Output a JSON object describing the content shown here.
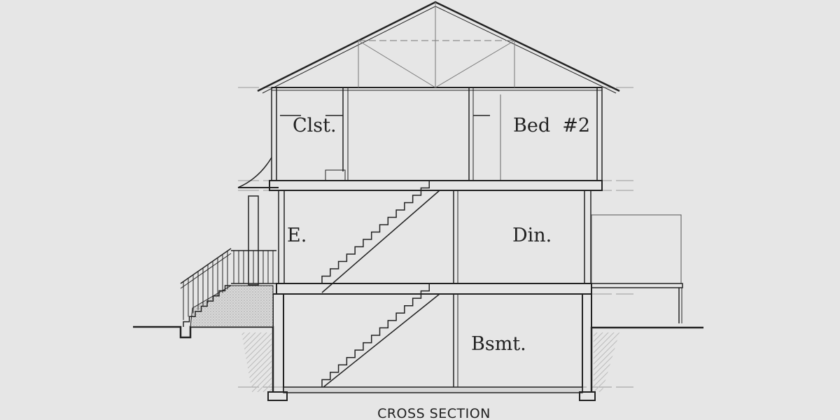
{
  "rooms": {
    "closet": "Clst.",
    "bedroom": "Bed  #2",
    "entry": "E.",
    "dining": "Din.",
    "basement": "Bsmt."
  },
  "caption": "CROSS SECTION",
  "colors": {
    "background": "#e6e6e6",
    "line": "#222222",
    "hatch": "#999999"
  }
}
